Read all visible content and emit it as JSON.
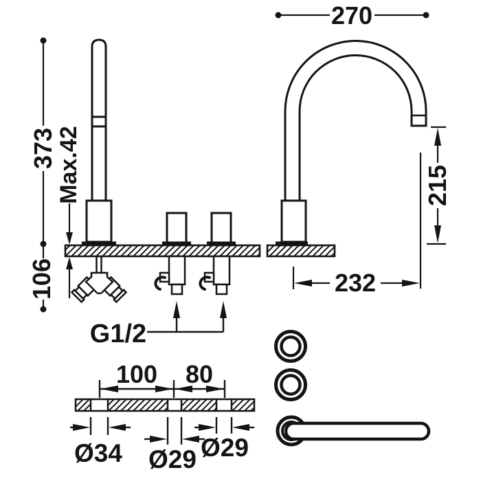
{
  "colors": {
    "ink": "#141414",
    "paper": "#ffffff"
  },
  "side_view": {
    "total_height": "373",
    "max_deck_thickness": "Max.42",
    "below_deck_depth": "106",
    "thread_size": "G1/2"
  },
  "spout_view": {
    "spout_width": "270",
    "outlet_clearance": "215",
    "spout_reach": "232"
  },
  "plan_view": {
    "left_hole_spacing": "100",
    "right_hole_spacing": "80",
    "left_hole_diameter": "Ø34",
    "center_hole_diameter": "Ø29",
    "right_hole_diameter": "Ø29"
  }
}
